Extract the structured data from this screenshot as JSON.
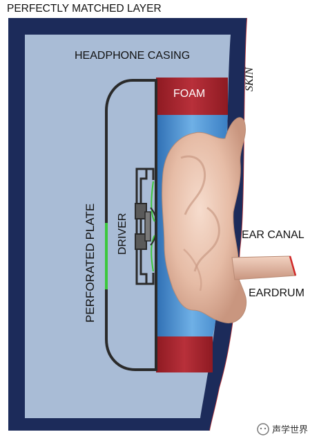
{
  "labels": {
    "top": "PERFECTLY MATCHED LAYER",
    "casing": "HEADPHONE CASING",
    "skin": "SKIN",
    "foam": "FOAM",
    "perforated_plate": "PERFORATED PLATE",
    "driver": "DRIVER",
    "ear_canal": "EAR CANAL",
    "eardrum": "EARDRUM"
  },
  "watermark": {
    "text": "声学世界"
  },
  "colors": {
    "pml": "#1c2b5a",
    "casing": "#a9bcd6",
    "foam": "#a8232c",
    "air_cavity": "#4f8fd0",
    "ear": "#e8c0ab",
    "plate_outline": "#2a2a2a",
    "perforation": "#3cc83c"
  }
}
